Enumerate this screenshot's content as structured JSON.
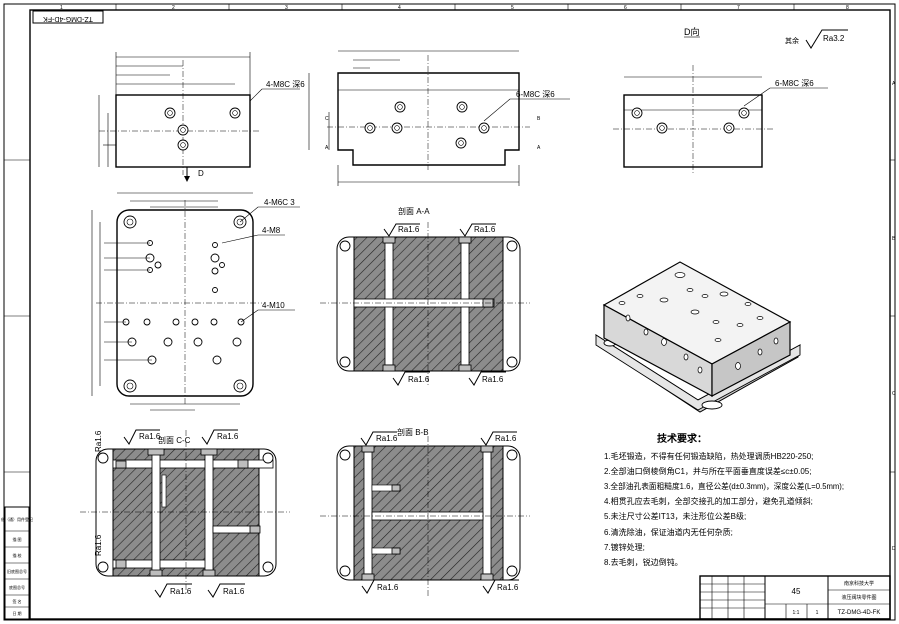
{
  "drawing": {
    "number_stamp_rotated": "TZ-DMG-4D-FK",
    "grid_columns": [
      "1",
      "2",
      "3",
      "4",
      "5",
      "6",
      "7",
      "8"
    ],
    "grid_rows": [
      "A",
      "B",
      "C",
      "D"
    ],
    "view_d_title": "D向",
    "surface_note_label": "其余",
    "surface_note_value": "Ra3.2",
    "view_arrow_label": "D"
  },
  "callouts": {
    "front_m8c": "4-M8C 深6",
    "top_m8c": "6-M8C 深6",
    "right_m8c": "6-M8C 深6",
    "plan_m6c": "4-M6C 3",
    "plan_m8": "4-M8",
    "plan_m10": "4-M10"
  },
  "sections": {
    "aa_title": "剖面 A-A",
    "bb_title": "剖面 B-B",
    "cc_title": "剖面 C-C",
    "ra16": "Ra1.6"
  },
  "tech": {
    "title": "技术要求：",
    "items": [
      "1.毛坯锻造，不得有任何锻造缺陷，热处理调质HB220-250;",
      "2.全部油口倒棱倒角C1，并与所在平面垂直度误差≤c±0.05;",
      "3.全部油孔表面粗糙度1.6，直径公差(d±0.3mm)，深度公差(L=0.5mm);",
      "4.相贯孔应去毛刺，全部交接孔的加工部分，避免孔道倾斜;",
      "5.未注尺寸公差IT13，未注形位公差B级;",
      "6.清洗除油，保证油道内无任何杂质;",
      "7.镀锌处理;",
      "8.去毛刺，锐边倒钝。"
    ]
  },
  "title_block": {
    "scale_qty": "45",
    "school": "南京科技大学",
    "part_name": "液压阀块零件图",
    "drawing_no": "TZ-DMG-4D-FK",
    "small_cells": [
      "1:1",
      "1"
    ]
  },
  "side_table": {
    "rows": [
      "借（通）用件登记",
      "描  图",
      "描  校",
      "旧底图总号",
      "底图总号",
      "签  名",
      "日  期"
    ]
  }
}
